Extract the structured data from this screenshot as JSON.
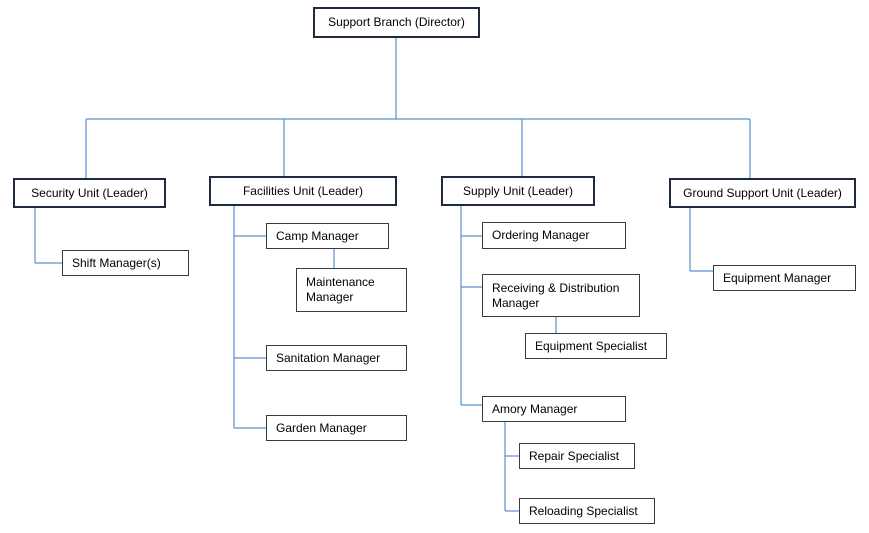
{
  "org_chart": {
    "director": "Support Branch (Director)",
    "units": {
      "security": {
        "leader": "Security Unit (Leader)",
        "shift_manager": "Shift Manager(s)"
      },
      "facilities": {
        "leader": "Facilities Unit (Leader)",
        "camp_manager": "Camp Manager",
        "maintenance_manager": "Maintenance\nManager",
        "sanitation_manager": "Sanitation Manager",
        "garden_manager": "Garden Manager"
      },
      "supply": {
        "leader": "Supply Unit (Leader)",
        "ordering_manager": "Ordering Manager",
        "receiving_distribution_manager": "Receiving & Distribution\nManager",
        "equipment_specialist": "Equipment Specialist",
        "amory_manager": "Amory Manager",
        "repair_specialist": "Repair Specialist",
        "reloading_specialist": "Reloading Specialist"
      },
      "ground_support": {
        "leader": "Ground Support Unit (Leader)",
        "equipment_manager": "Equipment Manager"
      }
    }
  },
  "colors": {
    "connector": "#5b8fcf",
    "box_border_primary": "#1f2a3c",
    "box_border_secondary": "#3b3b3b"
  }
}
